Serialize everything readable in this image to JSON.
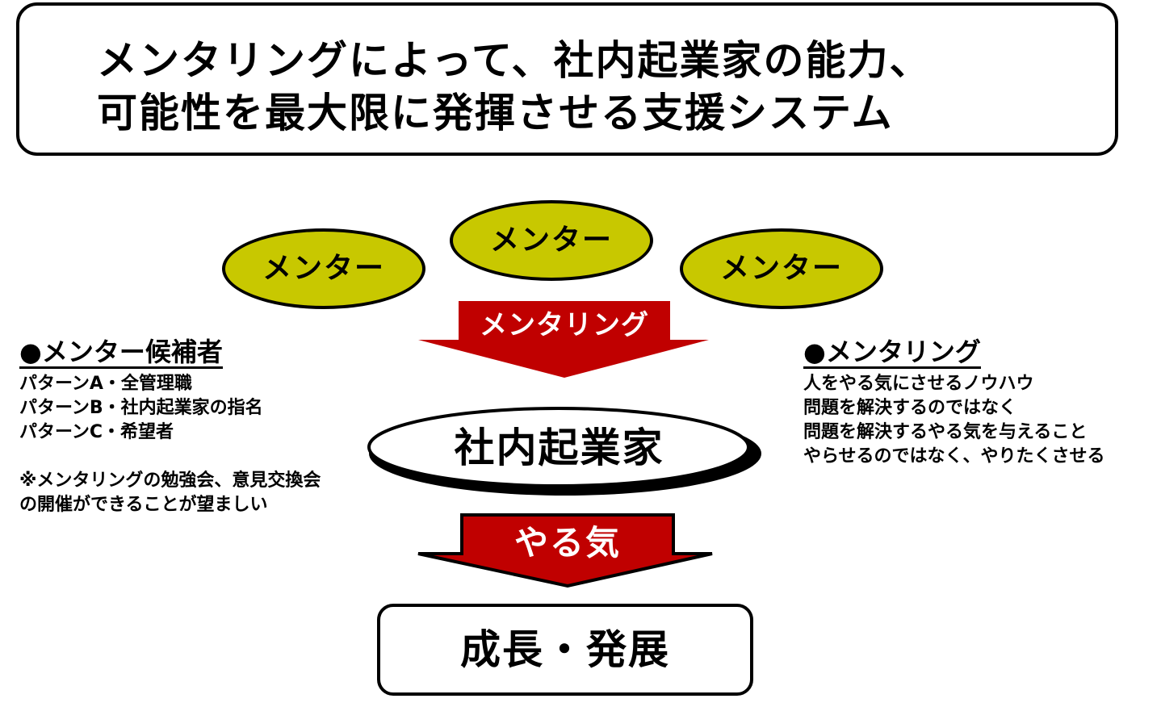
{
  "title": {
    "line1": "メンタリングによって、社内起業家の能力、",
    "line2": "可能性を最大限に発揮させる支援システム"
  },
  "mentors": [
    "メンター",
    "メンター",
    "メンター"
  ],
  "arrow_mentoring": "メンタリング",
  "entrepreneur": "社内起業家",
  "arrow_motivation": "やる気",
  "growth": "成長・発展",
  "left_panel": {
    "heading": "●メンター候補者",
    "items": [
      "パターンA・全管理職",
      "パターンB・社内起業家の指名",
      "パターンC・希望者"
    ],
    "note": [
      "※メンタリングの勉強会、意見交換会",
      "の開催ができることが望ましい"
    ]
  },
  "right_panel": {
    "heading": "●メンタリング",
    "items": [
      "人をやる気にさせるノウハウ",
      "問題を解決するのではなく",
      "問題を解決するやる気を与えること",
      "やらせるのではなく、やりたくさせる"
    ]
  },
  "colors": {
    "mentor_fill": "#c8c800",
    "arrow_fill": "#c00000",
    "outline": "#000000"
  }
}
